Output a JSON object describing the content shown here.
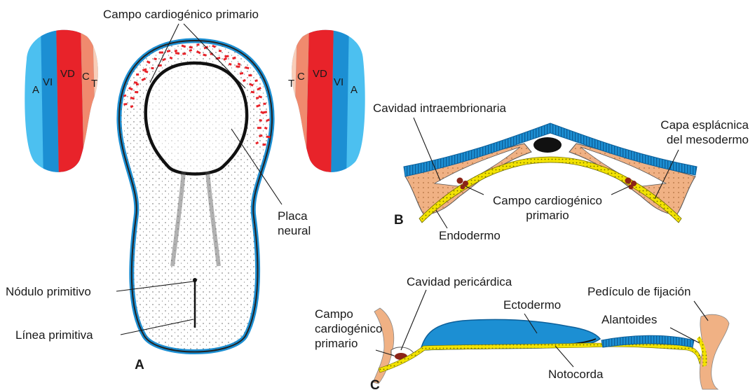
{
  "colors": {
    "ectoderm_blue": "#1c8fd3",
    "light_blue": "#4cc0f0",
    "mesoderm_orange": "#f0b184",
    "heart_red": "#e8232a",
    "salmon": "#f08a6e",
    "peach": "#f9cdb8",
    "endoderm_yellow": "#f2e200",
    "blood_dark": "#8b2418"
  },
  "panel_a": {
    "letter": "A",
    "title": "Campo cardiogénico primario",
    "placa_line1": "Placa",
    "placa_line2": "neural",
    "nodulo": "Nódulo primitivo",
    "linea": "Línea primitiva",
    "seg_left": [
      "A",
      "VI",
      "VD",
      "C",
      "T"
    ],
    "seg_right": [
      "T",
      "C",
      "VD",
      "VI",
      "A"
    ]
  },
  "panel_b": {
    "letter": "B",
    "cavidad": "Cavidad intraembrionaria",
    "capa_line1": "Capa esplácnica",
    "capa_line2": "del mesodermo",
    "campo_line1": "Campo cardiogénico",
    "campo_line2": "primario",
    "endodermo": "Endodermo"
  },
  "panel_c": {
    "letter": "C",
    "cavidad": "Cavidad pericárdica",
    "campo_line1": "Campo",
    "campo_line2": "cardiogénico",
    "campo_line3": "primario",
    "ectodermo": "Ectodermo",
    "notocorda": "Notocorda",
    "pediculo": "Pedículo de fijación",
    "alantoides": "Alantoides"
  }
}
